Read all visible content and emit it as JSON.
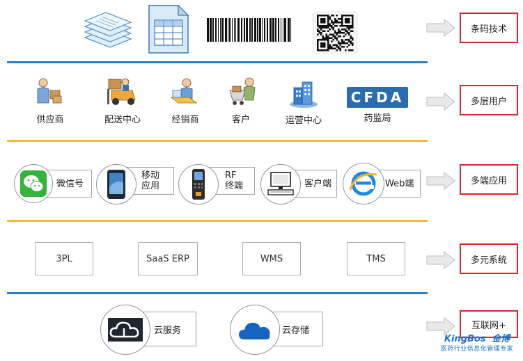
{
  "rows": {
    "tech": {
      "label": "条码技术"
    },
    "users": {
      "label": "多层用户",
      "items": [
        {
          "name": "供应商",
          "icon": "supplier-person-icon"
        },
        {
          "name": "配送中心",
          "icon": "forklift-driver-icon"
        },
        {
          "name": "经销商",
          "icon": "dealer-computer-icon"
        },
        {
          "name": "客户",
          "icon": "customer-cart-icon"
        },
        {
          "name": "运营中心",
          "icon": "operations-building-icon"
        },
        {
          "name": "药监局",
          "icon": "cfda-logo-icon"
        }
      ],
      "cfda_logo_text": "CFDA"
    },
    "terminals": {
      "label": "多端应用",
      "items": [
        {
          "line1": "微信号",
          "line2": ""
        },
        {
          "line1": "移动",
          "line2": "应用"
        },
        {
          "line1": "RF",
          "line2": "终端"
        },
        {
          "line1": "客户端",
          "line2": ""
        },
        {
          "line1": "Web端",
          "line2": ""
        }
      ]
    },
    "systems": {
      "label": "多元系统",
      "items": [
        "3PL",
        "SaaS ERP",
        "WMS",
        "TMS"
      ]
    },
    "cloud": {
      "label": "互联网+",
      "items": [
        "云服务",
        "云存储"
      ]
    }
  },
  "brand": {
    "name": "KingBos",
    "cn": "金博",
    "tagline": "医药行业信息化管理专家"
  },
  "colors": {
    "blue_divider": "#2d7fc9",
    "orange_divider": "#f3b935",
    "label_border": "#d9262c"
  }
}
